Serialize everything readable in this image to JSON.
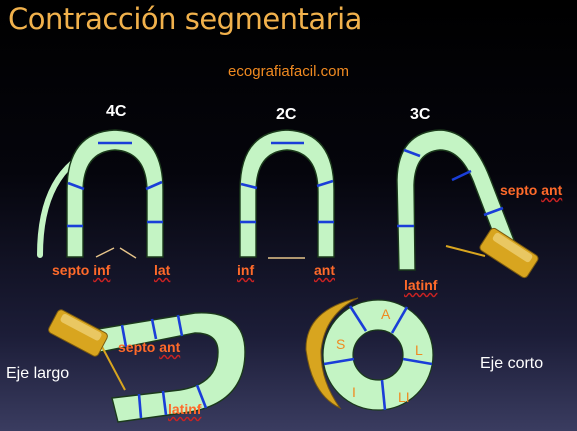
{
  "title": "Contracción segmentaria",
  "subtitle": "ecografiafacil.com",
  "views": {
    "c4": "4C",
    "c2": "2C",
    "c3": "3C"
  },
  "labels": {
    "c4_septo": "septo",
    "c4_inf": "inf",
    "c4_lat": "lat",
    "c2_inf": "inf",
    "c2_ant": "ant",
    "c3_septo": "septo",
    "c3_ant": "ant",
    "c3_latinf": "latinf",
    "long_septo": "septo",
    "long_ant": "ant",
    "long_latinf": "latinf",
    "eje_largo": "Eje largo",
    "eje_corto": "Eje corto"
  },
  "ring_segments": {
    "a": "A",
    "s": "S",
    "l": "L",
    "i": "I",
    "li": "LI"
  },
  "colors": {
    "background": "#000000",
    "title": "#f1b14c",
    "subtitle": "#f08a21",
    "segment_label": "#ff6a2a",
    "myocardium_fill": "#c4f4c4",
    "myocardium_edge": "#1b3a1b",
    "segment_divider": "#1a3ed8",
    "transducer": "#d8a51f",
    "ultrasound_line": "#d8a51f"
  }
}
